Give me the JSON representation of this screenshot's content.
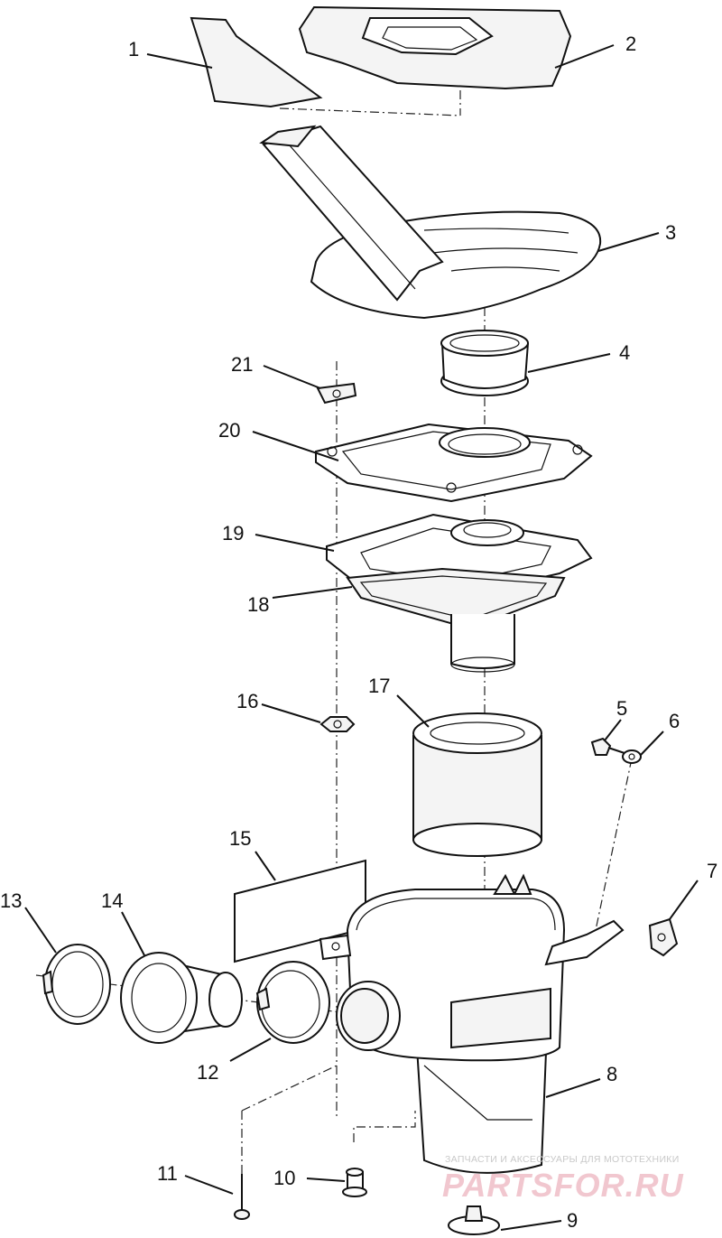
{
  "callouts": {
    "c1": "1",
    "c2": "2",
    "c3": "3",
    "c4": "4",
    "c5": "5",
    "c6": "6",
    "c7": "7",
    "c8": "8",
    "c9": "9",
    "c10": "10",
    "c11": "11",
    "c12": "12",
    "c13": "13",
    "c14": "14",
    "c15": "15",
    "c16": "16",
    "c17": "17",
    "c18": "18",
    "c19": "19",
    "c20": "20",
    "c21": "21"
  },
  "watermark": {
    "caption": "ЗАПЧАСТИ И АКСЕССУАРЫ ДЛЯ МОТОТЕХНИКИ",
    "brand": "PARTSFOR.RU"
  }
}
